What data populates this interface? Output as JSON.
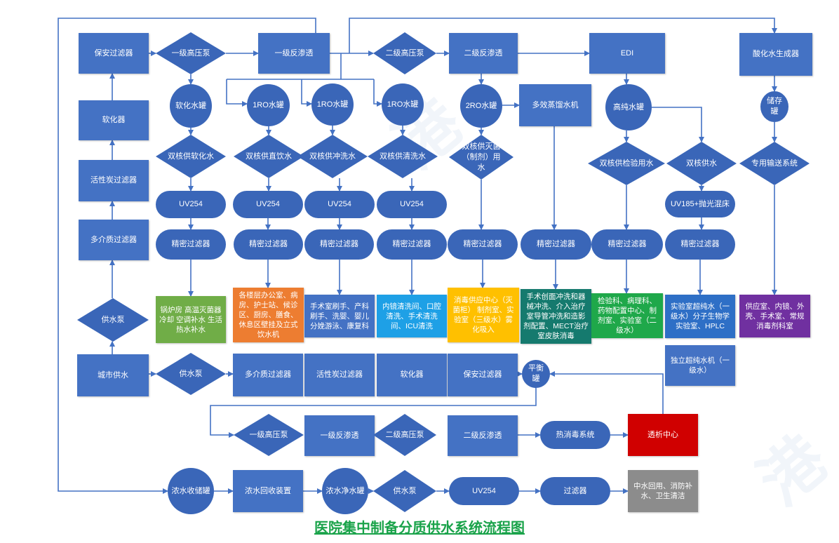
{
  "title": "医院集中制备分质供水系统流程图",
  "colors": {
    "node_blue": "#4472c4",
    "node_dark": "#3462b2",
    "wire": "#4472c4",
    "boiler_green": "#70ad47",
    "drinking_orange": "#ed7d31",
    "flush_blue": "#4472c4",
    "clean_cyan": "#1ea0e6",
    "sterile_yellow": "#ffc000",
    "surgical_teal": "#157a6e",
    "lab_green": "#1fa84a",
    "ultrapure_blue": "#2e6fc6",
    "acid_purple": "#7030a0",
    "dialysis_red": "#d00000",
    "reuse_gray": "#8c8c8c",
    "title_green": "#1aa34a"
  },
  "pretreatment": {
    "security_filter": "保安过滤器",
    "softener": "软化器",
    "carbon_filter": "活性炭过滤器",
    "multimedia_filter": "多介质过滤器",
    "supply_pump": "供水泵",
    "city_water": "城市供水"
  },
  "main_line": {
    "hp_pump_1": "一级高压泵",
    "ro_1": "一级反渗透",
    "hp_pump_2": "二级高压泵",
    "ro_2": "二级反渗透",
    "edi": "EDI",
    "acid_generator": "酸化水生成器"
  },
  "tanks": {
    "soft_tank": "软化水罐",
    "ro1_tank_a": "1RO水罐",
    "ro1_tank_b": "1RO水罐",
    "ro1_tank_c": "1RO水罐",
    "ro2_tank": "2RO水罐",
    "distiller": "多效蒸馏水机",
    "high_purity_tank": "高纯水罐",
    "storage_tank": "储存罐"
  },
  "supply": {
    "soft": "双核供软化水",
    "drinking": "双核供直饮水",
    "flush": "双核供冲洗水",
    "clean": "双核供清洗水",
    "sterile": "双核供灭菌（制剂）用水",
    "lab": "双核供检验用水",
    "general": "双核供水",
    "dedicated": "专用输送系统"
  },
  "uv": {
    "uv1": "UV254",
    "uv2": "UV254",
    "uv3": "UV254",
    "uv4": "UV254",
    "uv185": "UV185+抛光混床"
  },
  "precision": {
    "p1": "精密过滤器",
    "p2": "精密过滤器",
    "p3": "精密过滤器",
    "p4": "精密过滤器",
    "p5": "精密过滤器",
    "p6": "精密过滤器",
    "p7": "精密过滤器",
    "p8": "精密过滤器"
  },
  "outlets": {
    "boiler": "锅炉房 高温灭菌器冷却 空调补水 生活热水补水",
    "drinking": "各楼层办公室、病房、护士站、候诊区、厨房、膳食、休息区壁挂及立式饮水机",
    "flush": "手术室刷手、产科刷手、洗婴、婴儿分娩游泳、康复科",
    "clean": "内镜清洗间、口腔清洗、手术清洗间、ICU清洗",
    "sterile": "消毒供应中心（灭菌柜） 制剂室、实验室（三级水）雾化吸入",
    "surgical": "手术创面冲洗和器械冲洗、介入治疗室导管冲洗和造影剂配置、MECT治疗室皮肤消毒",
    "lab": "检验科、病理科、药物配置中心、制剂室、实验室（二级水）",
    "ultrapure": "实验室超纯水（一级水）分子生物学实验室、HPLC",
    "acid": "供应室、内镜、外壳、手术室、常规消毒剂科室",
    "standalone": "独立超纯水机（一级水）"
  },
  "dialysis_line": {
    "supply_pump": "供水泵",
    "multimedia_filter": "多介质过滤器",
    "carbon_filter": "活性炭过滤器",
    "softener": "软化器",
    "security_filter": "保安过滤器",
    "balance_tank": "平衡罐",
    "hp_pump_1": "一级高压泵",
    "ro_1": "一级反渗透",
    "hp_pump_2": "二级高压泵",
    "ro_2": "二级反渗透",
    "heat_disinfection": "热消毒系统",
    "dialysis_center": "透析中心"
  },
  "recovery_line": {
    "brine_tank": "浓水收储罐",
    "brine_recovery": "浓水回收装置",
    "clean_tank": "浓水净水罐",
    "supply_pump": "供水泵",
    "uv": "UV254",
    "filter": "过滤器",
    "reuse": "中水回用、消防补水、卫生清洁"
  }
}
